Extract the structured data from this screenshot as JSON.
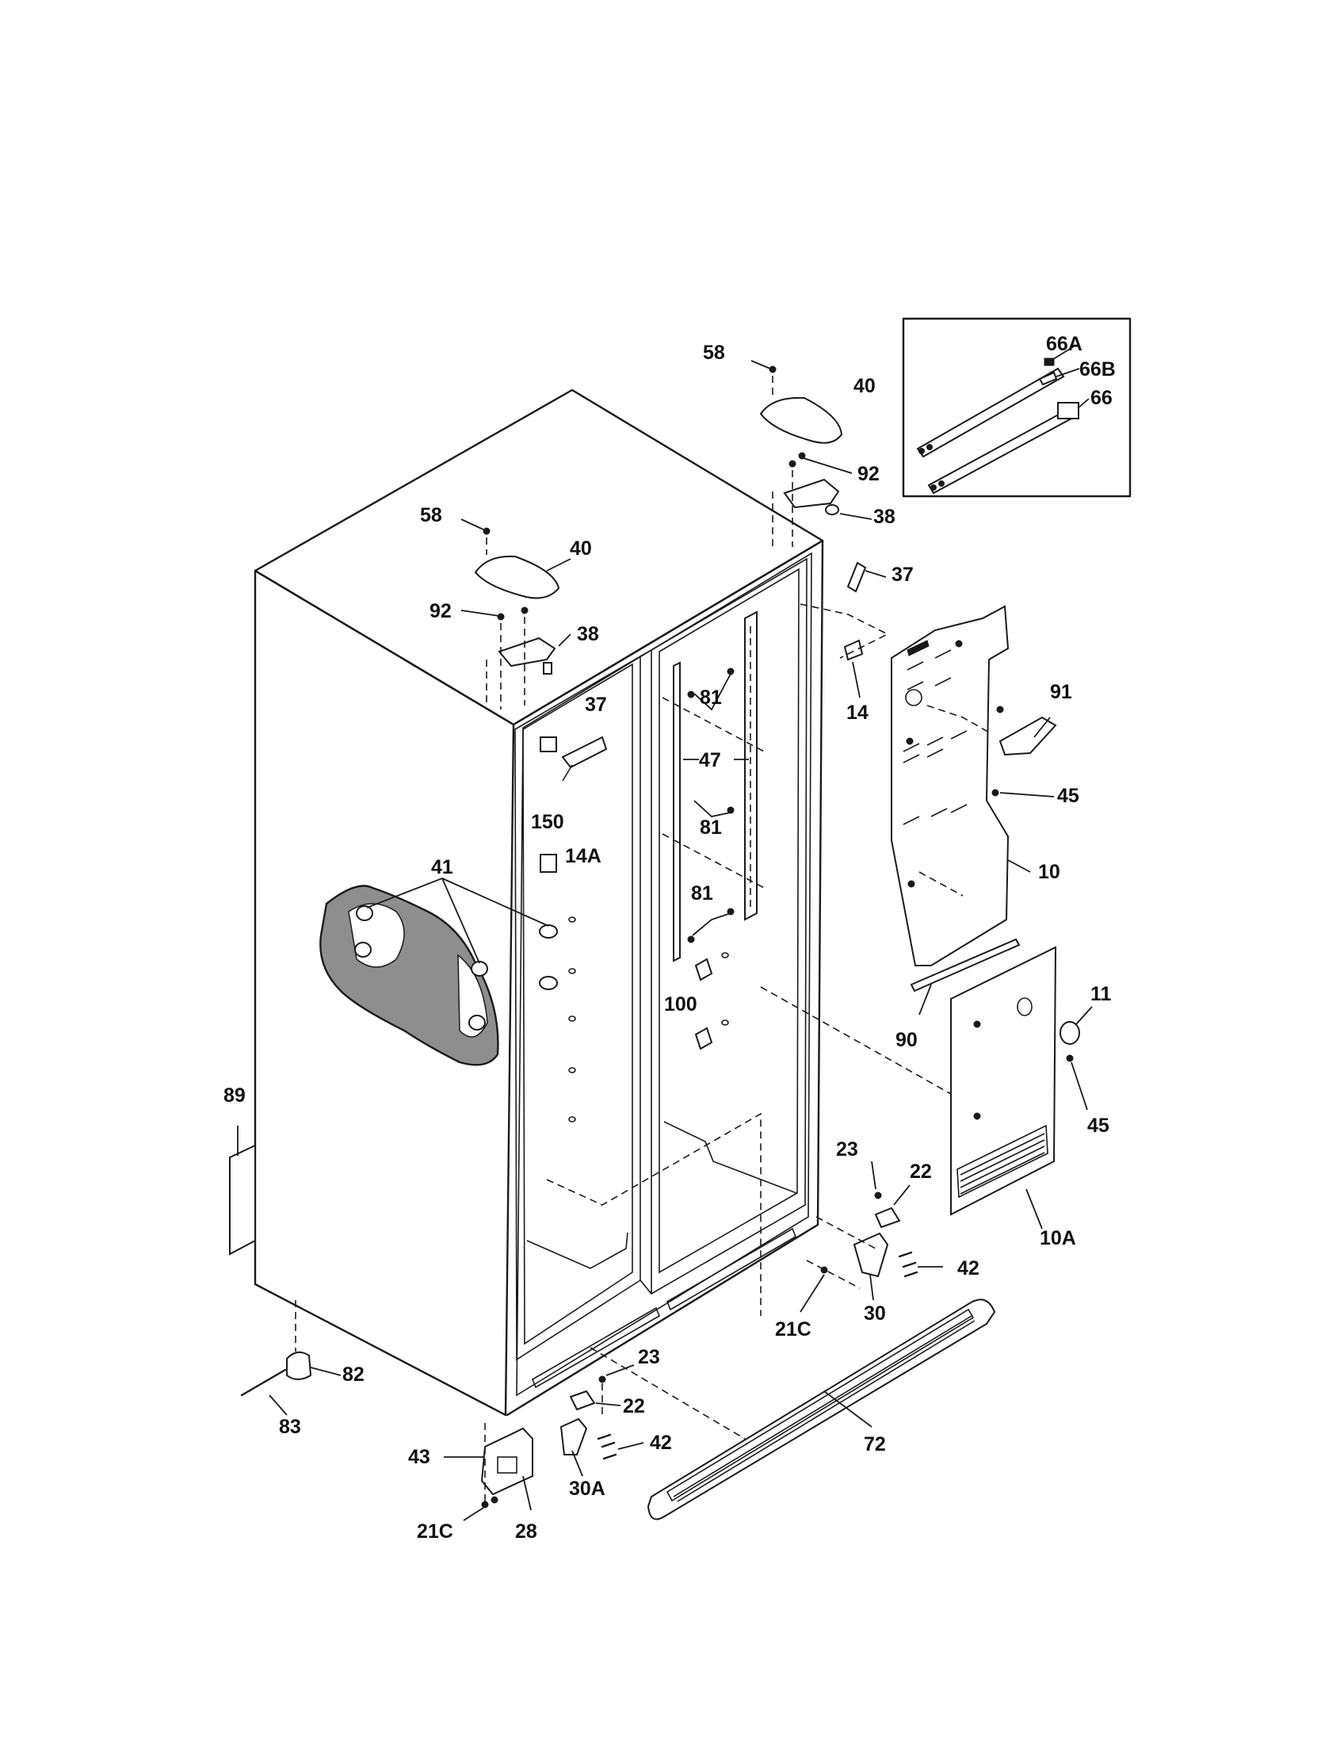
{
  "callouts": {
    "c58a": "58",
    "c40a": "40",
    "c92a": "92",
    "c38a": "38",
    "c58b": "58",
    "c40b": "40",
    "c92b": "92",
    "c38b": "38",
    "c37a": "37",
    "c37b": "37",
    "c66a": "66A",
    "c66b": "66B",
    "c66": "66",
    "c14": "14",
    "c91": "91",
    "c45a": "45",
    "c10": "10",
    "c81a": "81",
    "c47": "47",
    "c81b": "81",
    "c81c": "81",
    "c150": "150",
    "c14a": "14A",
    "c41": "41",
    "c100": "100",
    "c11": "11",
    "c90": "90",
    "c45b": "45",
    "c89": "89",
    "c23a": "23",
    "c22a": "22",
    "c42a": "42",
    "c10a": "10A",
    "c30": "30",
    "c21ca": "21C",
    "c23b": "23",
    "c22b": "22",
    "c42b": "42",
    "c82": "82",
    "c83": "83",
    "c72": "72",
    "c43": "43",
    "c30a": "30A",
    "c21cb": "21C",
    "c28": "28"
  }
}
